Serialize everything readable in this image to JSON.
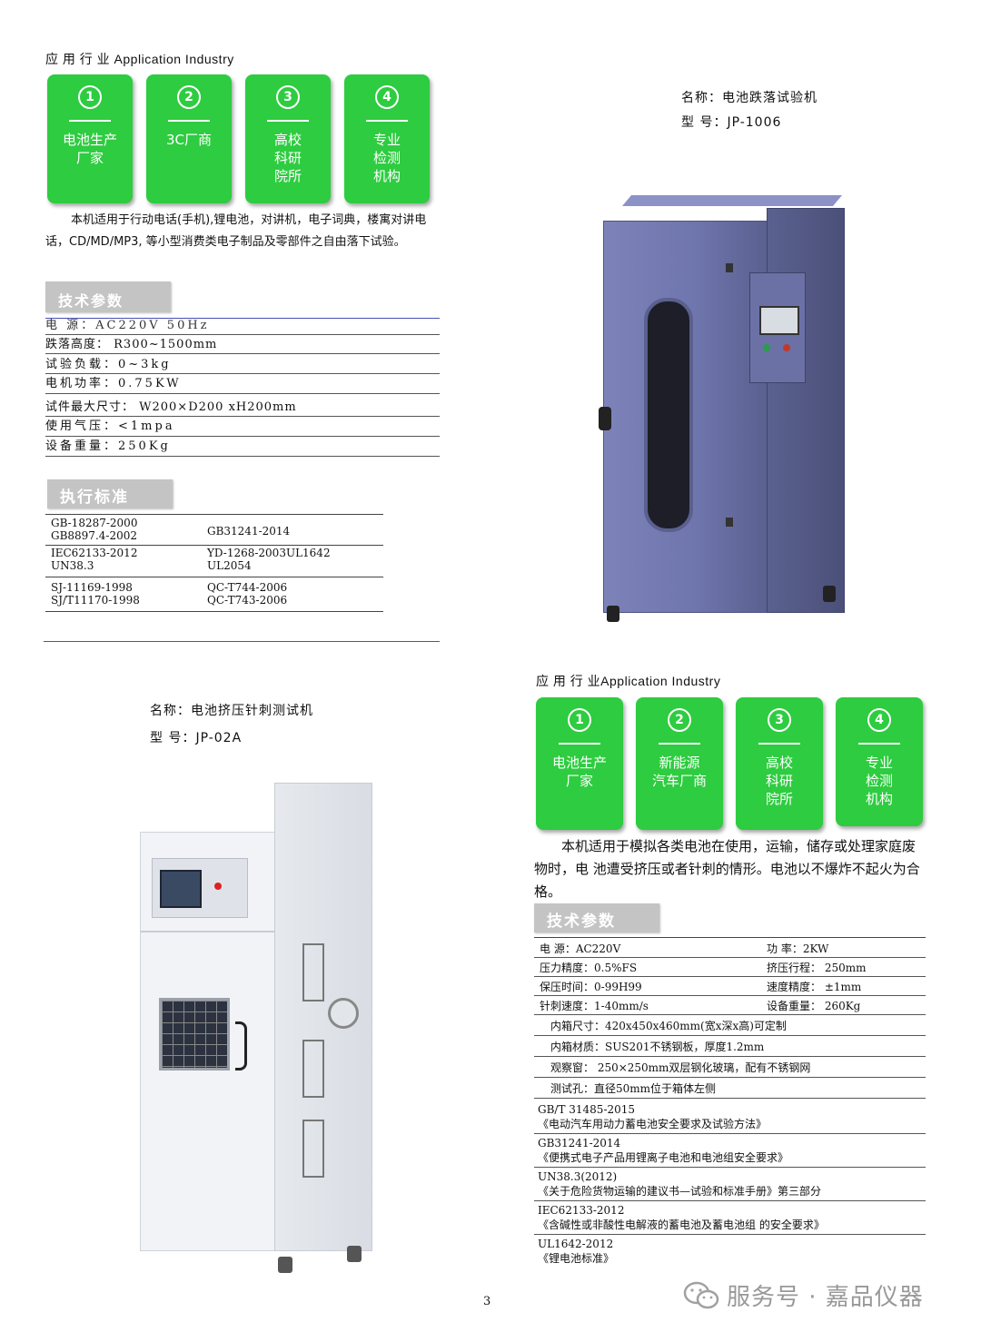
{
  "top_left": {
    "industry_title": "应 用 行 业 Application  Industry",
    "cards": [
      {
        "num": "1",
        "label": "电池生产\n厂家"
      },
      {
        "num": "2",
        "label": "3C厂商"
      },
      {
        "num": "3",
        "label": "高校\n科研\n院所"
      },
      {
        "num": "4",
        "label": "专业\n检测\n机构"
      }
    ],
    "description": "本机适用于行动电话(手机),锂电池，对讲机，电子词典，楼寓对讲电话，CD/MD/MP3,   等小型消费类电子制品及零部件之自由落下试验。",
    "spec_header": "技术参数",
    "specs": [
      "电  源：AC220V  50Hz",
      "跌落高度：  R300~1500mm",
      "试验负载：0~3kg",
      "电机功率：0.75KW",
      "试件最大尺寸：  W200×D200  xH200mm",
      "使用气压：<1mpa",
      "设备重量：250Kg"
    ],
    "std_header": "执行标准",
    "standards": [
      [
        "GB-18287-2000\nGB8897.4-2002",
        "GB31241-2014"
      ],
      [
        "IEC62133-2012\nUN38.3",
        "YD-1268-2003UL1642\nUL2054"
      ],
      [
        "SJ-11169-1998\nSJ/T11170-1998",
        "QC-T744-2006\nQC-T743-2006"
      ]
    ]
  },
  "top_right": {
    "name": "名称：电池跌落试验机",
    "model": "型 号：JP-1006"
  },
  "bottom_left": {
    "name": "名称：电池挤压针刺测试机",
    "model": "型 号：JP-02A"
  },
  "bottom_right": {
    "industry_title": "应 用 行 业Application  Industry",
    "cards": [
      {
        "num": "1",
        "label": "电池生产\n厂家"
      },
      {
        "num": "2",
        "label": "新能源\n汽车厂商"
      },
      {
        "num": "3",
        "label": "高校\n科研\n院所"
      },
      {
        "num": "4",
        "label": "专业\n检测\n机构"
      }
    ],
    "description": "本机适用于模拟各类电池在使用，运输，储存或处理家庭废物时，电 池遭受挤压或者针刺的情形。电池以不爆炸不起火为合格。",
    "spec_header": "技术参数",
    "spec_pairs": [
      [
        "电  源：AC220V",
        "功 率：2KW"
      ],
      [
        "压力精度：0.5%FS",
        "挤压行程：  250mm"
      ],
      [
        "保压时间：0-99H99",
        "速度精度：  ±1mm"
      ],
      [
        "针刺速度：1-40mm/s",
        "设备重量：  260Kg"
      ]
    ],
    "spec_single": [
      "内箱尺寸：420x450x460mm(宽x深x高)可定制",
      "内箱材质：SUS201不锈钢板，厚度1.2mm",
      "观察窗：  250×250mm双层钢化玻璃，配有不锈钢网",
      "测试孔：直径50mm位于箱体左侧"
    ],
    "standards": [
      "GB/T 31485-2015\n《电动汽车用动力蓄电池安全要求及试验方法》",
      "GB31241-2014\n《便携式电子产品用锂离子电池和电池组安全要求》",
      "UN38.3(2012)\n《关于危险货物运输的建议书—试验和标准手册》第三部分",
      "IEC62133-2012\n《含碱性或非酸性电解液的蓄电池及蓄电池组  的安全要求》",
      "UL1642-2012\n《锂电池标准》"
    ]
  },
  "footer": {
    "page_number": "3",
    "watermark": "服务号 · 嘉品仪器"
  }
}
